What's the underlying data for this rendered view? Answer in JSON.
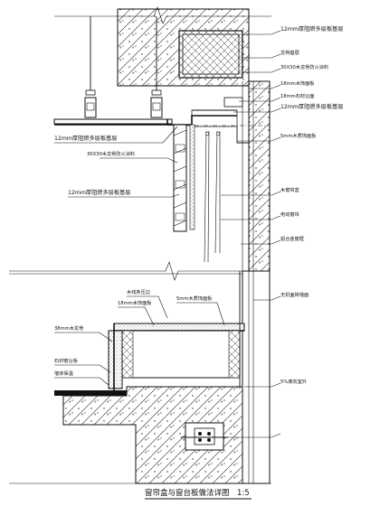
{
  "drawing": {
    "title": "窗帘盒与窗台板做法详图",
    "scale": "1:5",
    "labels_right": [
      "12mm厚阻燃多层板基层",
      "龙骨基层",
      "30X30木龙骨防火涂料",
      "18mm木饰面板",
      "18mm石材台面",
      "12mm厚阻燃多层板基层",
      "5mm木质饰面板",
      "木窗帘盒",
      "电动窗帘",
      "铝合金窗框",
      "无机面砖墙面",
      "5%坡向室外"
    ],
    "labels_left": [
      "12mm厚阻燃多层板基层",
      "30X30木龙骨防火涂料",
      "12mm厚阻燃多层板基层",
      "木线条压边",
      "18mm木饰面板",
      "5mm木质饰面板",
      "38mm木龙骨",
      "石材窗台板",
      "墙体保温"
    ]
  }
}
